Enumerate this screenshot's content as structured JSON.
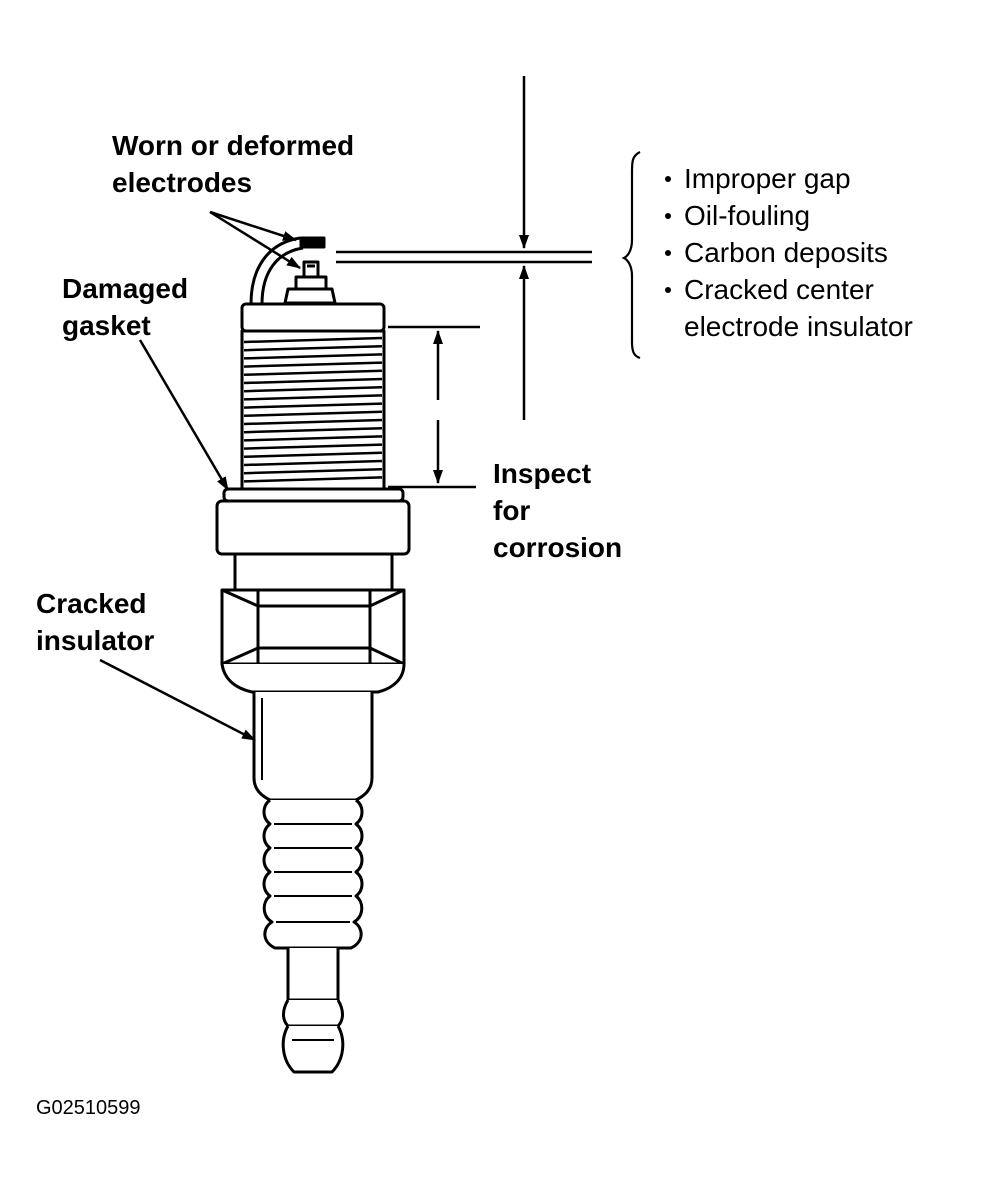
{
  "labels": {
    "worn_line1": "Worn or deformed",
    "worn_line2": "electrodes",
    "damaged_line1": "Damaged",
    "damaged_line2": "gasket",
    "inspect_line1": "Inspect",
    "inspect_line2": "for",
    "inspect_line3": "corrosion",
    "cracked_line1": "Cracked",
    "cracked_line2": "insulator"
  },
  "gap_issues": [
    "Improper gap",
    "Oil-fouling",
    "Carbon deposits",
    "Cracked center",
    "electrode insulator"
  ],
  "figure_id": "G02510599"
}
